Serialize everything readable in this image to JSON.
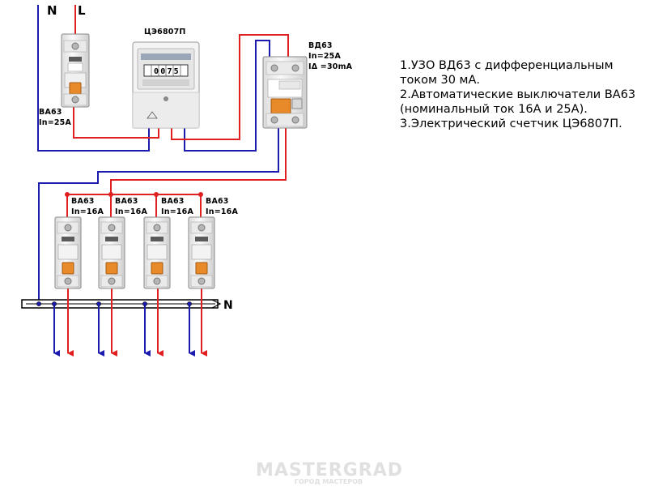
{
  "terminals": {
    "neutral": "N",
    "line": "L",
    "bus_neutral": "N"
  },
  "main_breaker": {
    "model": "ВА63",
    "rating": "In=25A"
  },
  "meter": {
    "model": "ЦЭ6807П",
    "display": "0075"
  },
  "rcd": {
    "model": "ВД63",
    "rating": "In=25A",
    "leak": "IΔ =30mA"
  },
  "group_breakers": [
    {
      "model": "ВА63",
      "rating": "In=16A"
    },
    {
      "model": "ВА63",
      "rating": "In=16A"
    },
    {
      "model": "ВА63",
      "rating": "In=16A"
    },
    {
      "model": "ВА63",
      "rating": "In=16A"
    }
  ],
  "legend": [
    "1.УЗО ВД63 с дифференциальным током 30 мА.",
    "2.Автоматические выключатели ВА63 (номинальный ток 16А и 25А).",
    "3.Электрический счетчик ЦЭ6807П."
  ],
  "watermark": {
    "title": "MASTERGRAD",
    "subtitle": "ГОРОД МАСТЕРОВ"
  },
  "colors": {
    "phase": "#e02020",
    "neutral": "#1b1bb0",
    "breaker_handle": "#e88a2a",
    "device_body": "#f2f2f2"
  }
}
